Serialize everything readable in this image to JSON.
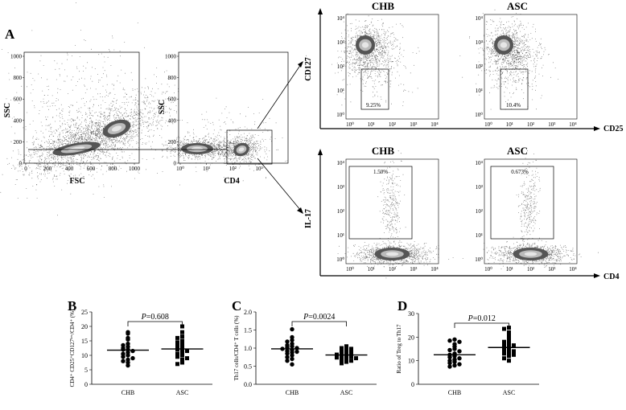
{
  "panel_labels": {
    "A": "A",
    "B": "B",
    "C": "C",
    "D": "D"
  },
  "flow": {
    "plot1": {
      "ylabel": "SSC",
      "xlabel": "FSC",
      "xticks": [
        "0",
        "200",
        "400",
        "600",
        "800",
        "1000"
      ],
      "yticks": [
        "0",
        "200",
        "400",
        "600",
        "800",
        "1000"
      ]
    },
    "plot2": {
      "ylabel": "SSC",
      "xlabel": "CD4",
      "xticks": [
        "10⁰",
        "10¹",
        "10²",
        "10³"
      ],
      "yticks": [
        "0",
        "200",
        "400",
        "600",
        "800",
        "1000"
      ]
    },
    "treg": {
      "title_left": "CHB",
      "title_right": "ASC",
      "ylabel": "CD127",
      "xlabel": "CD25",
      "gate_left": "9.25%",
      "gate_right": "10.4%"
    },
    "th17": {
      "title_left": "CHB",
      "title_right": "ASC",
      "ylabel": "IL-17",
      "xlabel": "CD4",
      "gate_left": "1.50%",
      "gate_right": "0.673%"
    },
    "log_ticks": [
      "10⁰",
      "10¹",
      "10²",
      "10³",
      "10⁴"
    ]
  },
  "chart_data": [
    {
      "type": "scatter",
      "panel": "B",
      "ylabel": "CD4⁺ CD25⁺CD127ˡᵒʷ/CD4⁺ (%)",
      "categories": [
        "CHB",
        "ASC"
      ],
      "ylim": [
        0,
        25
      ],
      "yticks": [
        "0",
        "5",
        "10",
        "15",
        "20",
        "25"
      ],
      "pvalue_label": "P=0.608",
      "series": [
        {
          "name": "CHB",
          "values": [
            18,
            17.5,
            16,
            15.5,
            14,
            13.5,
            13,
            12.5,
            12,
            12,
            11.5,
            11,
            10.5,
            10,
            9.5,
            9,
            8.5,
            8,
            7.5,
            6.5
          ],
          "median": 11.8
        },
        {
          "name": "ASC",
          "values": [
            20,
            18,
            16.5,
            16,
            15,
            14.5,
            14,
            13.5,
            13,
            12.5,
            12,
            12,
            11.5,
            11,
            10.5,
            10,
            9.5,
            9,
            8.5,
            7.5,
            7
          ],
          "median": 12.2
        }
      ]
    },
    {
      "type": "scatter",
      "panel": "C",
      "ylabel": "Th17 cells/CD4⁺ T cells (%)",
      "categories": [
        "CHB",
        "ASC"
      ],
      "ylim": [
        0,
        2.0
      ],
      "yticks": [
        "0.0",
        "0.5",
        "1.0",
        "1.5",
        "2.0"
      ],
      "pvalue_label": "P=0.0024",
      "series": [
        {
          "name": "CHB",
          "values": [
            1.52,
            1.3,
            1.22,
            1.18,
            1.12,
            1.08,
            1.05,
            1.02,
            1.0,
            0.98,
            0.95,
            0.92,
            0.9,
            0.88,
            0.85,
            0.8,
            0.75,
            0.7,
            0.65,
            0.55
          ],
          "median": 0.98
        },
        {
          "name": "ASC",
          "values": [
            1.05,
            1.0,
            0.98,
            0.95,
            0.92,
            0.9,
            0.88,
            0.86,
            0.84,
            0.82,
            0.8,
            0.78,
            0.76,
            0.74,
            0.72,
            0.7,
            0.68,
            0.65,
            0.62,
            0.58
          ],
          "median": 0.81
        }
      ]
    },
    {
      "type": "scatter",
      "panel": "D",
      "ylabel": "Ratio of Treg to Th17",
      "categories": [
        "CHB",
        "ASC"
      ],
      "ylim": [
        0,
        30
      ],
      "yticks": [
        "0",
        "10",
        "20",
        "30"
      ],
      "pvalue_label": "P=0.012",
      "series": [
        {
          "name": "CHB",
          "values": [
            19,
            18.5,
            18,
            17,
            16,
            15,
            14.5,
            14,
            13,
            12.5,
            12,
            11.5,
            11,
            10.5,
            10,
            9.5,
            9,
            8.5,
            8,
            7.5
          ],
          "median": 12.5
        },
        {
          "name": "ASC",
          "values": [
            24,
            23.5,
            22,
            21,
            20,
            19,
            18,
            17.5,
            17,
            16.5,
            16,
            15.5,
            15,
            14.5,
            14,
            13.5,
            13,
            12.5,
            12,
            11,
            10
          ],
          "median": 15.6
        }
      ]
    }
  ]
}
